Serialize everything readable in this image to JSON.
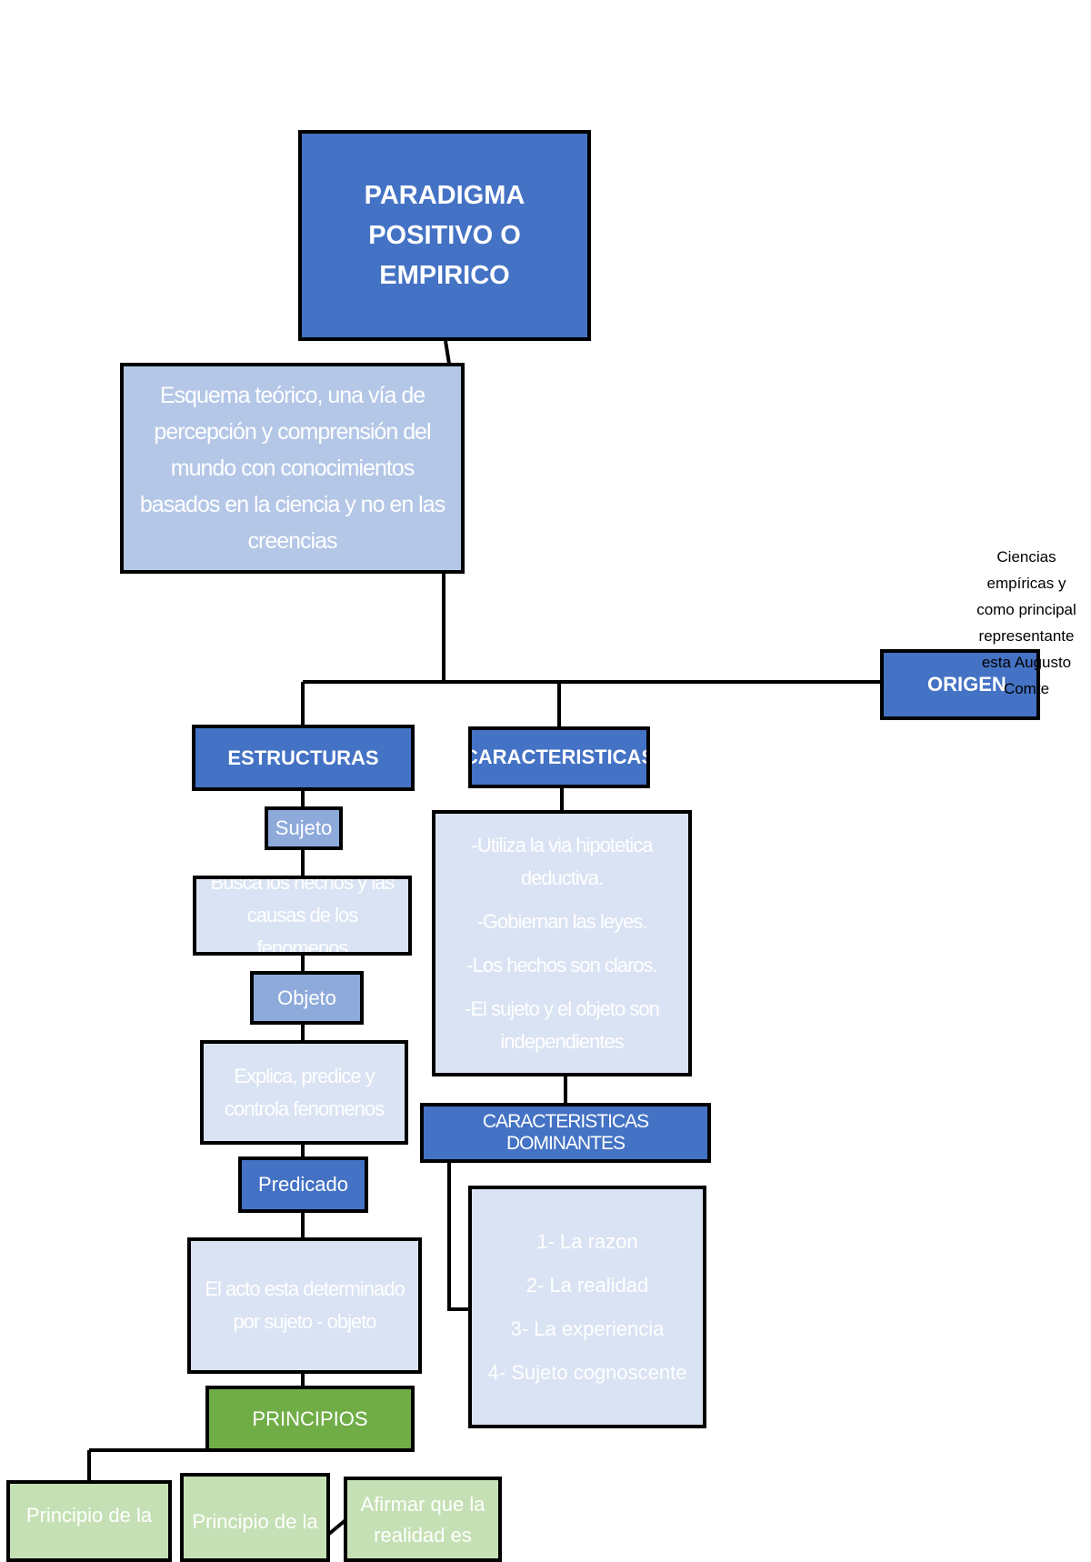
{
  "title": "PARADIGMA POSITIVO O EMPIRICO",
  "definition": "Esquema teórico, una vía de percepción y comprensión del mundo con conocimientos basados en la ciencia y no en las creencias",
  "origin": {
    "label": "ORIGEN",
    "note": "Ciencias empíricas y como principal representante esta Augusto Comte"
  },
  "estructuras": {
    "label": "ESTRUCTURAS",
    "sujeto": "Sujeto",
    "sujeto_desc": "Busca los hechos y las causas de los fenomenos",
    "objeto": "Objeto",
    "objeto_desc": "Explica, predice y controla fenomenos",
    "predicado": "Predicado",
    "predicado_desc": "El acto esta determinado por sujeto - objeto"
  },
  "caracteristicas": {
    "label": "CARACTERISTICAS",
    "items": [
      "-Utiliza la via hipotetica deductiva.",
      "-Gobiernan las leyes.",
      "-Los hechos son claros.",
      "-El sujeto y el objeto son independientes"
    ]
  },
  "dominantes": {
    "label": "CARACTERISTICAS DOMINANTES",
    "items": [
      "1- La razon",
      "2- La realidad",
      "3- La experiencia",
      "4- Sujeto cognoscente"
    ]
  },
  "principios": {
    "label": "PRINCIPIOS",
    "items": [
      "Principio de la",
      "Principio de la",
      "Afirmar que la realidad es"
    ]
  },
  "colors": {
    "dark_blue": "#4472c4",
    "mid_blue": "#8eaadb",
    "light_blue": "#b4c7e7",
    "pale_blue": "#dae3f3",
    "green": "#70ad47",
    "pale_green": "#c5e0b4"
  }
}
